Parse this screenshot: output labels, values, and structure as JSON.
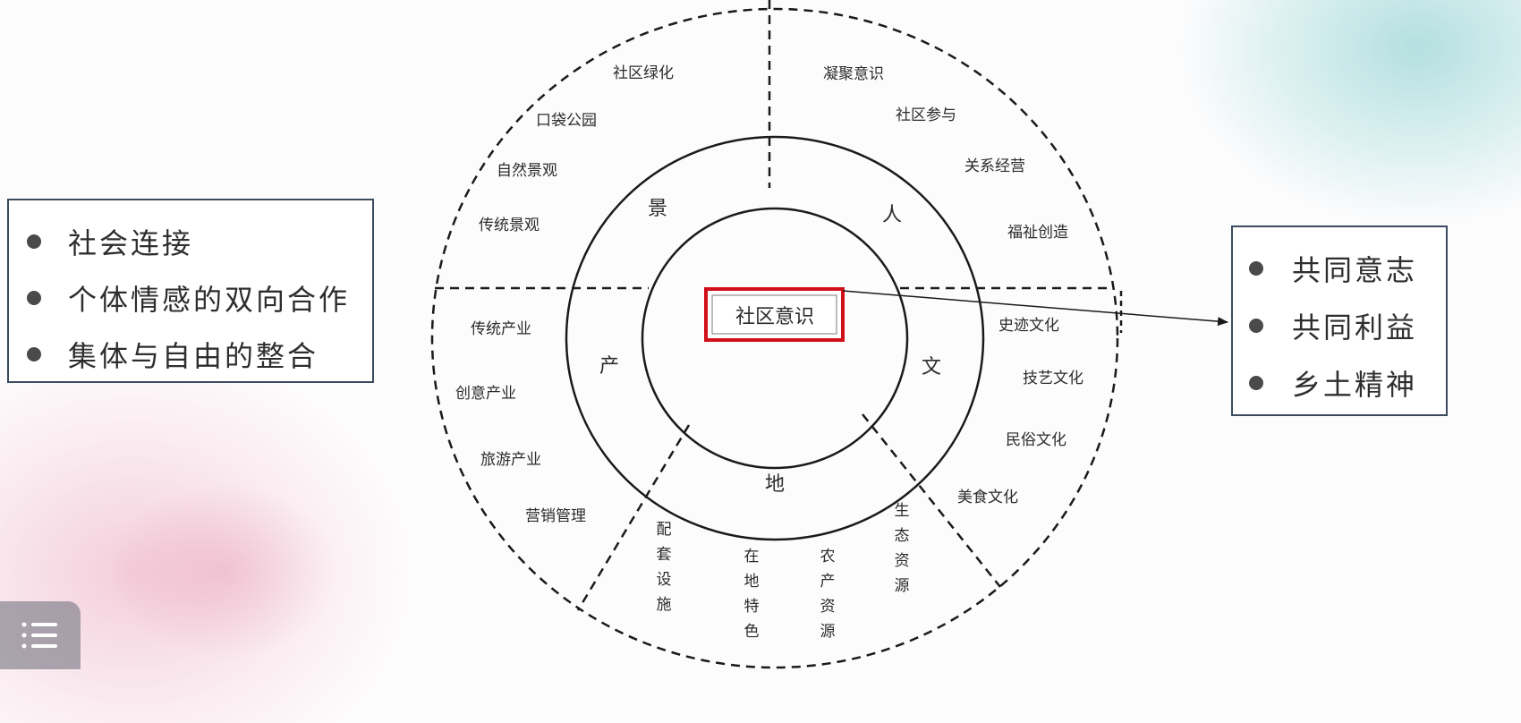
{
  "left_panel": {
    "items": [
      "社会连接",
      "个体情感的双向合作",
      "集体与自由的整合"
    ]
  },
  "right_panel": {
    "items": [
      "共同意志",
      "共同利益",
      "乡土精神"
    ]
  },
  "diagram": {
    "center_label": "社区意识",
    "center_box_color": "#d10f18",
    "middle_ring": [
      "景",
      "人",
      "文",
      "地",
      "产"
    ],
    "outer_ring": {
      "jing": [
        "社区绿化",
        "口袋公园",
        "自然景观",
        "传统景观"
      ],
      "ren": [
        "凝聚意识",
        "社区参与",
        "关系经营",
        "福祉创造"
      ],
      "wen": [
        "史迹文化",
        "技艺文化",
        "民俗文化",
        "美食文化"
      ],
      "chan": [
        "传统产业",
        "创意产业",
        "旅游产业",
        "营销管理"
      ],
      "di": [
        "配套设施",
        "在地特色",
        "农产资源",
        "生态资源"
      ]
    }
  },
  "icons": {
    "menu": "list-menu-icon",
    "bullet": "bullet-dot-icon"
  }
}
